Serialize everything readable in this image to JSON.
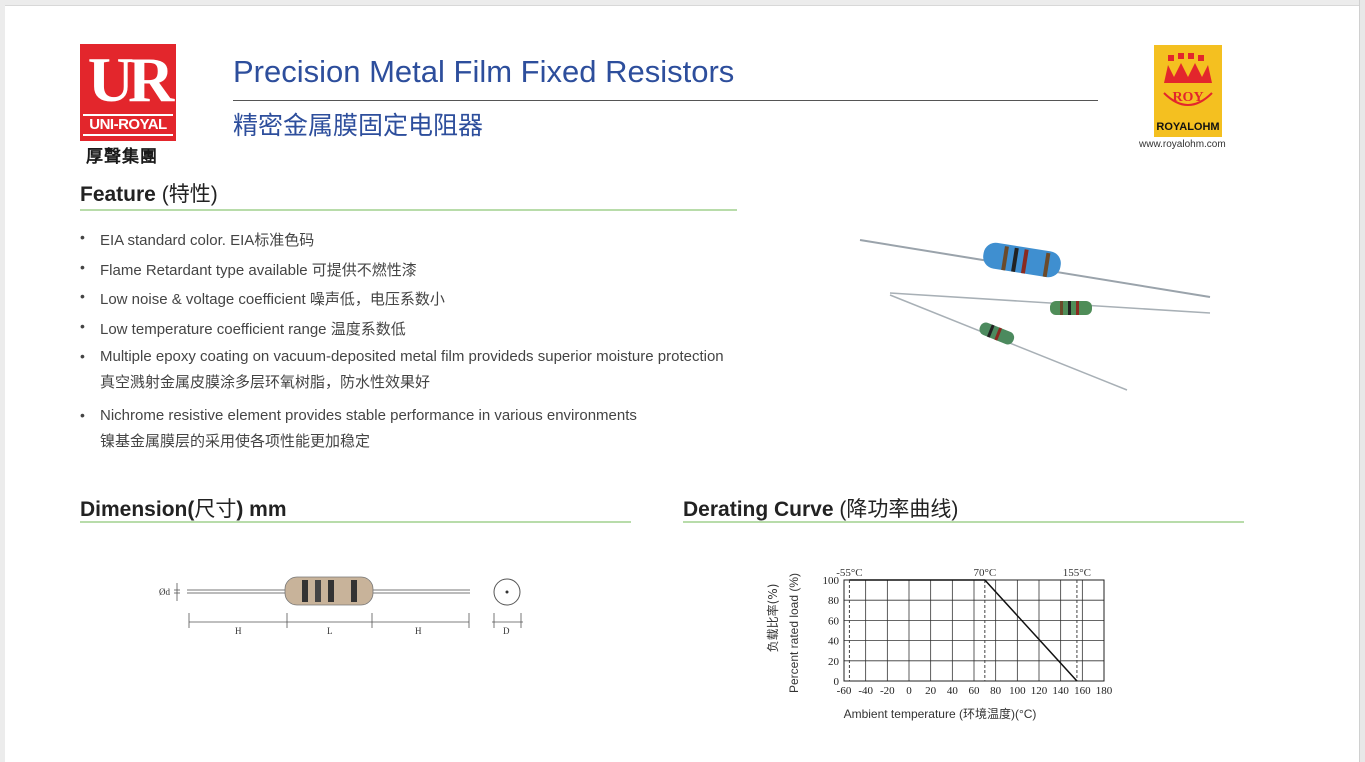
{
  "header": {
    "title_en": "Precision Metal Film Fixed Resistors",
    "title_cn": "精密金属膜固定电阻器"
  },
  "logo_ur": {
    "letters": "UR",
    "name": "UNI-ROYAL",
    "cn": "厚聲集團",
    "color": "#e3262c"
  },
  "logo_royalohm": {
    "mark": "ROY",
    "name": "ROYALOHM",
    "website": "www.royalohm.com",
    "color": "#f4c020"
  },
  "feature": {
    "heading": "Feature",
    "heading_cn": "(特性)",
    "bullets": [
      {
        "text": "EIA standard color.  EIA标准色码",
        "sub": ""
      },
      {
        "text": "Flame Retardant type available 可提供不燃性漆",
        "sub": ""
      },
      {
        "text": "Low noise & voltage coefficient 噪声低，电压系数小",
        "sub": ""
      },
      {
        "text": "Low temperature coefficient range 温度系数低",
        "sub": ""
      },
      {
        "text": "Multiple epoxy coating on vacuum-deposited metal film provideds superior moisture protection",
        "sub": "真空溅射金属皮膜涂多层环氧树脂，防水性效果好"
      },
      {
        "text": "Nichrome resistive element provides stable performance in various environments",
        "sub": "镍基金属膜层的采用使各项性能更加稳定"
      }
    ]
  },
  "dimension": {
    "heading": "Dimension(",
    "heading_cn": "尺寸",
    "heading_end": ") mm",
    "labels": {
      "od": "Ød",
      "h_left": "H",
      "l": "L",
      "h_right": "H",
      "d": "D"
    }
  },
  "derating": {
    "heading": "Derating Curve",
    "heading_cn": "(降功率曲线)"
  },
  "chart_data": {
    "type": "line",
    "title": "",
    "xlabel": "Ambient temperature (环境温度)(°C)",
    "ylabel": "Percent rated load (%)",
    "ylabel_cn": "负载比率(%)",
    "x_ticks": [
      -60,
      -40,
      -20,
      0,
      20,
      40,
      60,
      80,
      100,
      120,
      140,
      160,
      180
    ],
    "y_ticks": [
      0,
      20,
      40,
      60,
      80,
      100
    ],
    "xlim": [
      -60,
      180
    ],
    "ylim": [
      0,
      100
    ],
    "grid": true,
    "series": [
      {
        "x": [
          -55,
          70,
          155
        ],
        "y": [
          100,
          100,
          0
        ]
      }
    ],
    "annotations": [
      {
        "label": "-55°C",
        "x": -55
      },
      {
        "label": "70°C",
        "x": 70
      },
      {
        "label": "155°C",
        "x": 155
      }
    ]
  }
}
